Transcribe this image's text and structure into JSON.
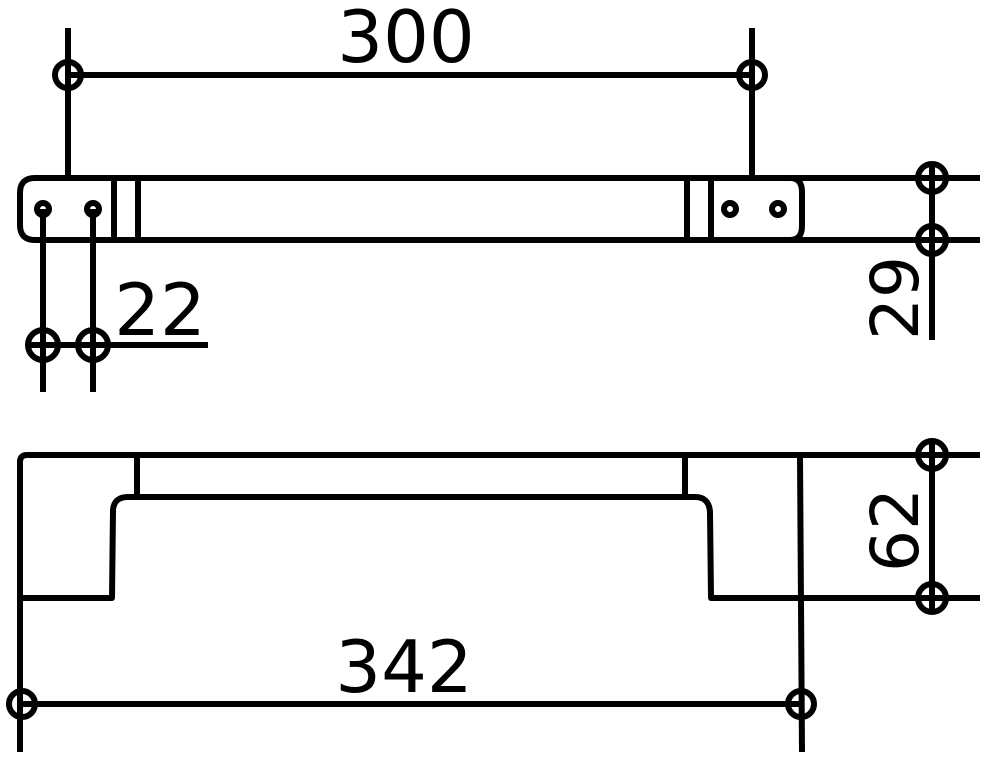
{
  "drawing": {
    "title": "Grab bar technical drawing",
    "stroke_color": "#000000",
    "background": "#ffffff",
    "dimensions": {
      "hole_spacing": "300",
      "screw_spacing": "22",
      "thickness": "29",
      "projection": "62",
      "overall_length": "342"
    }
  }
}
